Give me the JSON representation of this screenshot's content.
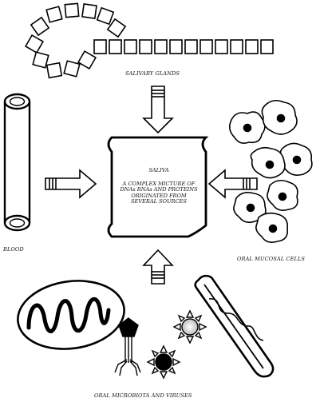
{
  "labels": {
    "salivary_glands": "SALIVARY GLANDS",
    "blood": "BLOOD",
    "oral_mucosal_cells": "ORAL MUCOSAL CELLS",
    "oral_microbiota": "ORAL MICROBIOTA AND VIRUSES"
  },
  "center": {
    "title": "SALIVA",
    "line1": "A COMPLEX MICTURE OF",
    "line2": "DNAs RNAs AND PROTEINS",
    "line3": "ORIGINATED FROM",
    "line4": "SEVERAL SOURCES"
  },
  "colors": {
    "stroke": "#000000",
    "background": "#ffffff"
  }
}
